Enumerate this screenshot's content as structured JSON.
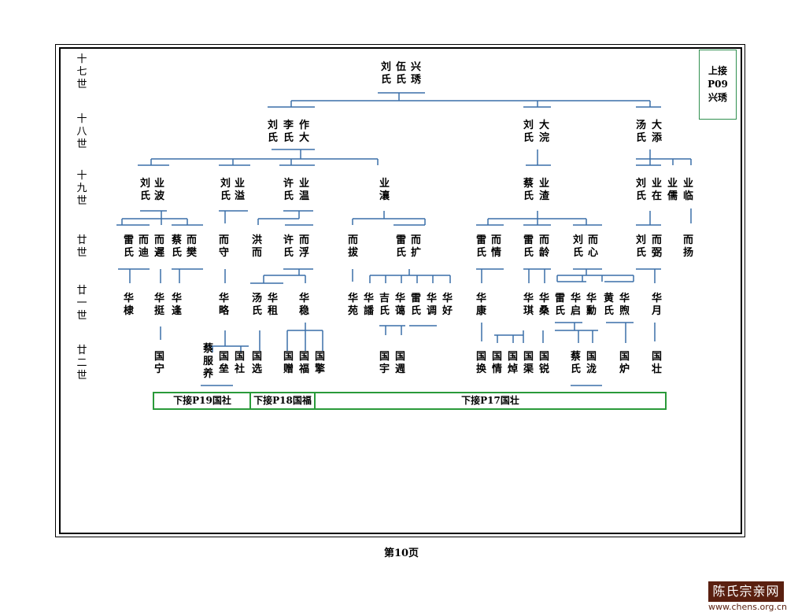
{
  "generations": [
    "十七世",
    "十八世",
    "十九世",
    "廿世",
    "廿一世",
    "廿二世"
  ],
  "reference_top": {
    "line1": "上接",
    "line2": "P09",
    "line3": "兴琇"
  },
  "names": {
    "n17_liu": "刘氏",
    "n17_wu": "伍氏",
    "n17_xing": "兴琇",
    "n18_liu": "刘氏",
    "n18_li": "李氏",
    "n18_zuo": "作大",
    "n18_liu2": "刘氏",
    "n18_dahuan": "大浣",
    "n18_tang": "汤氏",
    "n18_datian": "大添",
    "n19_liu1": "刘氏",
    "n19_yebo": "业波",
    "n19_liu2": "刘氏",
    "n19_yeyi": "业溢",
    "n19_xu": "许氏",
    "n19_yewen": "业温",
    "n19_yerang": "业瀼",
    "n19_cai": "蔡氏",
    "n19_yexu": "业渣",
    "n19_liu3": "刘氏",
    "n19_yezai": "业在",
    "n19_yeru": "业儒",
    "n19_yelin": "业临",
    "n20_lei1": "雷氏",
    "n20_erdi": "而迪",
    "n20_ersi": "而遲",
    "n20_cai": "蔡氏",
    "n20_erfan": "而樊",
    "n20_ershou": "而守",
    "n20_hong": "洪而",
    "n20_xu": "许氏",
    "n20_erfu": "而浮",
    "n20_erba": "而拔",
    "n20_lei2": "雷氏",
    "n20_erkuo": "而扩",
    "n20_lei3": "雷氏",
    "n20_erqing": "而情",
    "n20_lei4": "雷氏",
    "n20_erling": "而龄",
    "n20_liu": "刘氏",
    "n20_erxin": "而心",
    "n20_liu2": "刘氏",
    "n20_ersu": "而弼",
    "n20_eryang": "而扬",
    "n21_hualin": "华棣",
    "n21_huating": "华挺",
    "n21_huafeng": "华逢",
    "n21_hualue": "华略",
    "n21_tang": "汤氏",
    "n21_huazu": "华租",
    "n21_huawen": "华稳",
    "n21_huayuan": "华苑",
    "n21_huazhong": "华譒",
    "n21_ji": "吉氏",
    "n21_huaman": "华蔼",
    "n21_lei": "雷氏",
    "n21_huadiao": "华调",
    "n21_huahao": "华好",
    "n21_huakang": "华康",
    "n21_huaqi": "华琪",
    "n21_huasang": "华桑",
    "n21_lei2": "雷氏",
    "n21_huaqi2": "华启",
    "n21_huaxun": "华勳",
    "n21_huang": "黄氏",
    "n21_huaxi": "华煦",
    "n21_huayue": "华月",
    "n22_guoning": "国宁",
    "n22_cai": "蔡服养",
    "n22_guolei": "国垒",
    "n22_guoshe": "国社",
    "n22_guoxuan": "国选",
    "n22_guozeng": "国赠",
    "n22_guofu": "国福",
    "n22_guoqing": "国擎",
    "n22_guoyu": "国宇",
    "n22_guozhou": "国週",
    "n22_guohuan": "国换",
    "n22_guoqing2": "国情",
    "n22_guozhuo": "国焯",
    "n22_guoqu": "国渠",
    "n22_guorui": "国锐",
    "n22_cai2": "蔡氏",
    "n22_guolong": "国泷",
    "n22_guolu": "国炉",
    "n22_guozhuang": "国壮"
  },
  "bottom_refs": [
    "下接P19国社",
    "下接P18国福",
    "下接P17国壮"
  ],
  "page_number": "第10页",
  "watermark": {
    "name": "陈氏宗亲网",
    "url": "www.chens.org.cn"
  },
  "colors": {
    "line": "#3a6fa8",
    "green_border": "#2a9a3a",
    "watermark_bg": "#5a2010"
  }
}
